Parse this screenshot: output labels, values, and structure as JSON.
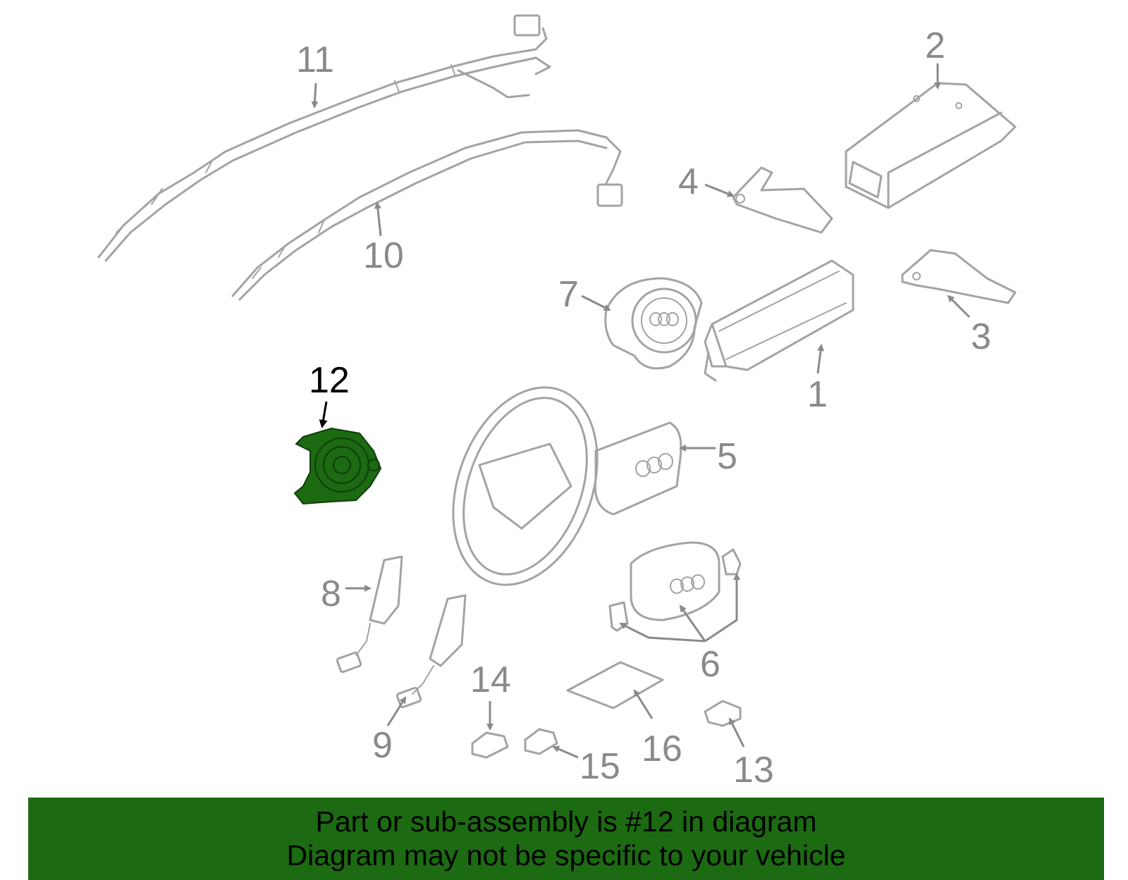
{
  "callouts": [
    "1",
    "2",
    "3",
    "4",
    "5",
    "6",
    "7",
    "8",
    "9",
    "10",
    "11",
    "12",
    "13",
    "14",
    "15",
    "16"
  ],
  "highlighted_part": "12",
  "colors": {
    "highlight": "#1c6a12",
    "part_gray": "#a3a3a3",
    "label_gray": "#8a8a8a",
    "banner_bg": "#1c6a12"
  },
  "banner": {
    "line1": "Part or sub-assembly is #12 in diagram",
    "line2": "Diagram may not be specific to your vehicle"
  }
}
